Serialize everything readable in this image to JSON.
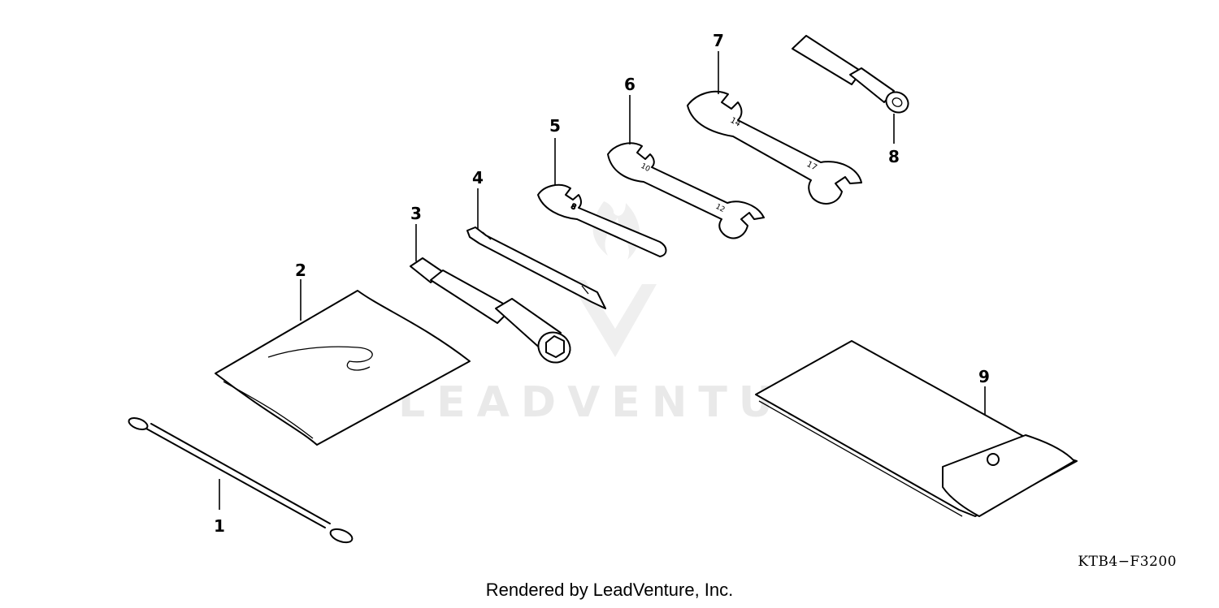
{
  "diagram": {
    "watermark": "LEADVENTURE",
    "reference_code": "KTB4−F3200",
    "footer": "Rendered by LeadVenture, Inc.",
    "callouts": [
      "1",
      "2",
      "3",
      "4",
      "5",
      "6",
      "7",
      "8",
      "9"
    ],
    "wrench_size_marks": [
      "8",
      "10",
      "12",
      "14",
      "17"
    ]
  }
}
